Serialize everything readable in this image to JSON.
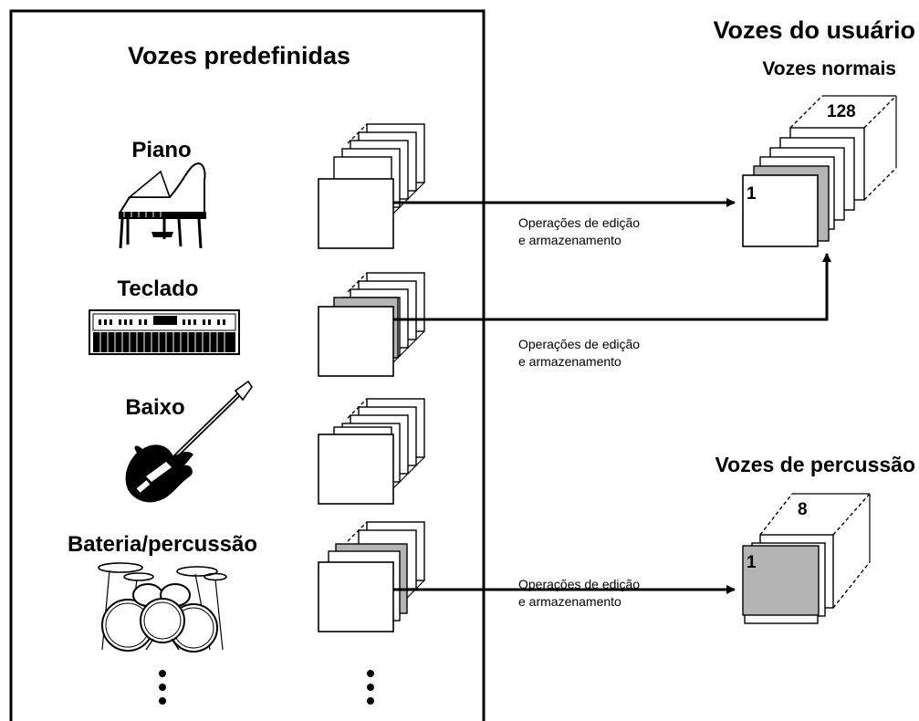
{
  "preset": {
    "title": "Vozes predefinidas",
    "categories": [
      {
        "label": "Piano",
        "icon": "grand-piano-icon"
      },
      {
        "label": "Teclado",
        "icon": "keyboard-instrument-icon"
      },
      {
        "label": "Baixo",
        "icon": "bass-guitar-icon"
      },
      {
        "label": "Bateria/percussão",
        "icon": "drum-kit-icon"
      }
    ]
  },
  "user": {
    "title": "Vozes do usuário",
    "normal": {
      "title": "Vozes normais",
      "first_number": "1",
      "last_number": "128"
    },
    "drum": {
      "title": "Vozes de percussão",
      "first_number": "1",
      "last_number": "8"
    }
  },
  "arrows": [
    {
      "line1": "Operações de edição",
      "line2": "e armazenamento"
    },
    {
      "line1": "Operações de edição",
      "line2": "e armazenamento"
    },
    {
      "line1": "Operações de edição",
      "line2": "e armazenamento"
    }
  ]
}
